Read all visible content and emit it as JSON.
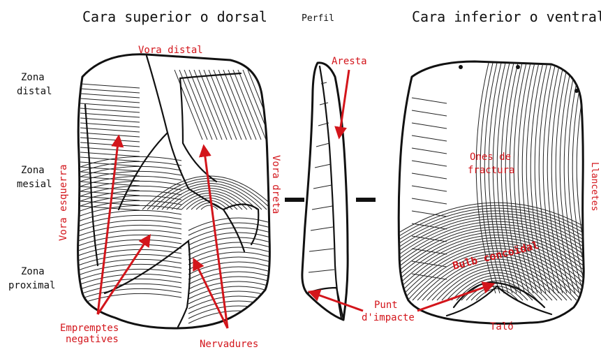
{
  "headers": {
    "dorsal": "Cara superior o dorsal",
    "profile": "Perfil",
    "ventral": "Cara inferior o ventral"
  },
  "zones": {
    "distal": [
      "Zona",
      "distal"
    ],
    "mesial": [
      "Zona",
      "mesial"
    ],
    "proximal": [
      "Zona",
      "proximal"
    ]
  },
  "labels": {
    "vora_distal": "Vora distal",
    "vora_esquerra": "Vora esquerra",
    "vora_dreta": "Vora dreta",
    "aresta": "Aresta",
    "ones_de_fractura": [
      "Ones de",
      "fractura"
    ],
    "bulb_concoidal": "Bulb concoïdal",
    "llancetes": "Llancetes",
    "punt_impacte": [
      "Punt",
      "d'impacte"
    ],
    "talo": "Taló",
    "emprentes_negatives": [
      "Empremptes",
      "negatives"
    ],
    "nervadures": "Nervadures"
  },
  "colors": {
    "label": "#d3151b",
    "ink": "#111111",
    "background": "#ffffff"
  }
}
